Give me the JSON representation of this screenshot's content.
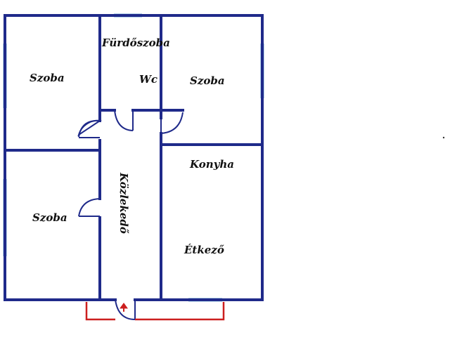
{
  "plan": {
    "colors": {
      "wall": "#1f2a8a",
      "window": "#b8d4ea",
      "terrace": "#cc1f1f",
      "door": "#1f2a8a",
      "entry_arrow": "#cc1f1f"
    },
    "labels": {
      "szoba_top_left": "Szoba",
      "furdoszoba": "Fürdőszoba",
      "wc": "Wc",
      "szoba_top_right": "Szoba",
      "konyha": "Konyha",
      "kozlekedo": "Közlekedő",
      "szoba_bottom_left": "Szoba",
      "etkezo": "Étkező"
    },
    "icons": {
      "entry": "arrow-up-icon"
    }
  }
}
